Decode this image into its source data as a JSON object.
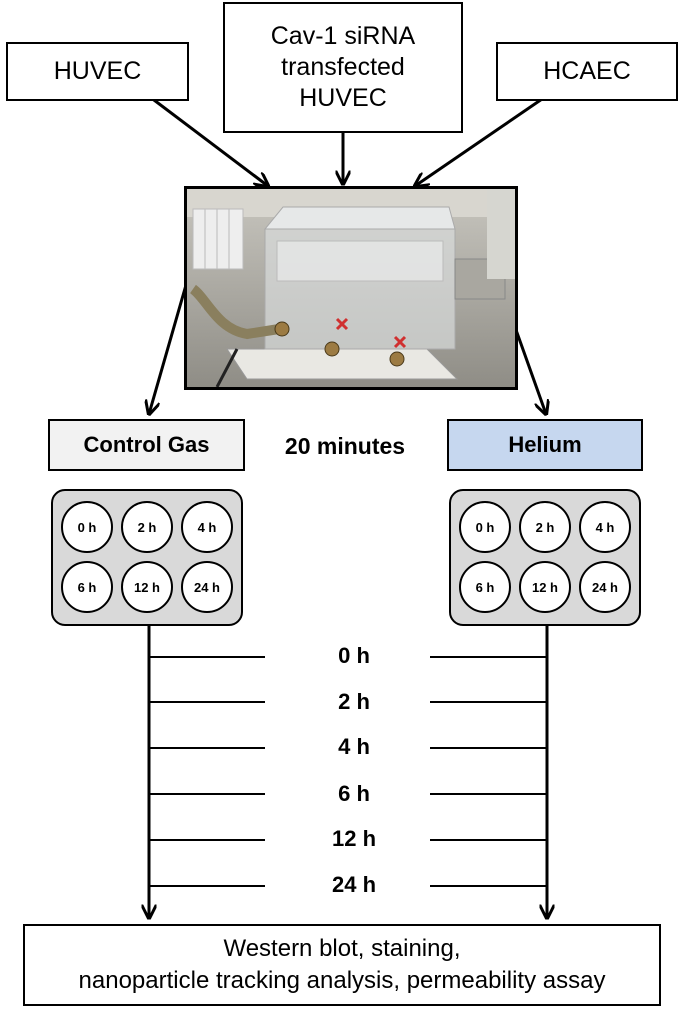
{
  "sources": {
    "huvec": "HUVEC",
    "cav1_line1": "Cav-1 siRNA",
    "cav1_line2": "transfected",
    "cav1_line3": "HUVEC",
    "hcaec": "HCAEC"
  },
  "conditions": {
    "control": "Control Gas",
    "helium": "Helium",
    "duration": "20 minutes"
  },
  "colors": {
    "control_fill": "#f2f2f2",
    "helium_fill": "#c6d7ef",
    "plate_fill": "#d9d9d9"
  },
  "plate_wells": [
    "0 h",
    "2 h",
    "4 h",
    "6 h",
    "12 h",
    "24 h"
  ],
  "timepoints": [
    "0 h",
    "2 h",
    "4 h",
    "6 h",
    "12 h",
    "24 h"
  ],
  "analysis": {
    "line1": "Western blot, staining,",
    "line2": "nanoparticle tracking analysis, permeability assay"
  }
}
